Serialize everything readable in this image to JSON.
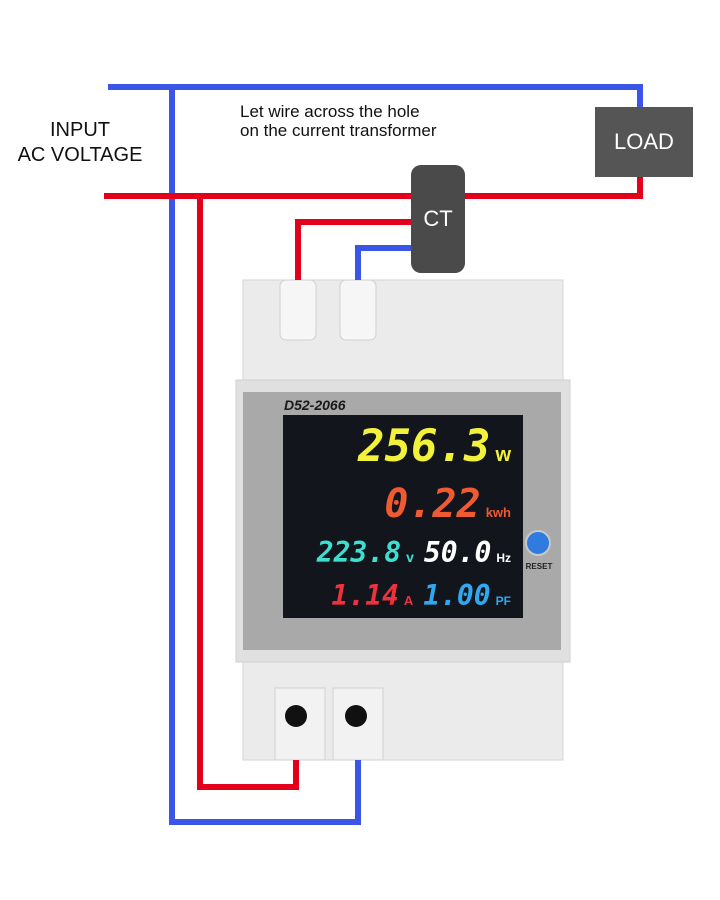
{
  "labels": {
    "input_line1": "INPUT",
    "input_line2": "AC VOLTAGE",
    "note_line1": "Let wire across the hole",
    "note_line2": "on the current transformer",
    "load": "LOAD",
    "ct": "CT"
  },
  "device": {
    "model": "D52-2066",
    "reset_label": "RESET",
    "readings": {
      "power": {
        "value": "256.3",
        "unit": "w"
      },
      "energy": {
        "value": "0.22",
        "unit": "kwh"
      },
      "voltage": {
        "value": "223.8",
        "unit": "v"
      },
      "frequency": {
        "value": "50.0",
        "unit": "Hz"
      },
      "current": {
        "value": "1.14",
        "unit": "A"
      },
      "power_factor": {
        "value": "1.00",
        "unit": "PF"
      }
    }
  },
  "colors": {
    "live_wire": "#e3001b",
    "neutral_wire": "#3b55e6",
    "power": "#f2f23a",
    "energy": "#f05a30",
    "voltage": "#3de0d0",
    "frequency": "#ffffff",
    "current": "#f0303c",
    "power_factor": "#30a8f0"
  }
}
